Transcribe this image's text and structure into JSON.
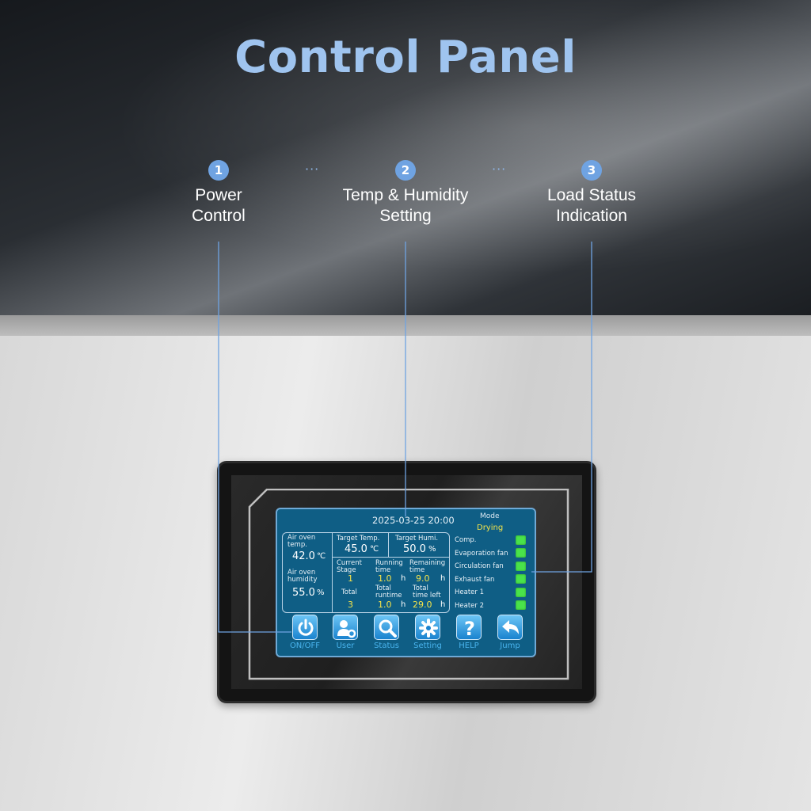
{
  "title": "Control Panel",
  "features": [
    {
      "number": "1",
      "label_line1": "Power",
      "label_line2": "Control"
    },
    {
      "number": "2",
      "label_line1": "Temp & Humidity",
      "label_line2": "Setting"
    },
    {
      "number": "3",
      "label_line1": "Load Status",
      "label_line2": "Indication"
    }
  ],
  "separator": "···",
  "screen": {
    "datetime": "2025-03-25 20:00",
    "mode_label": "Mode",
    "mode_value": "Drying",
    "air_oven_temp_label_1": "Air oven",
    "air_oven_temp_label_2": "temp.",
    "air_oven_temp_value": "42.0",
    "air_oven_temp_unit": "℃",
    "air_oven_humidity_label_1": "Air oven",
    "air_oven_humidity_label_2": "humidity",
    "air_oven_humidity_value": "55.0",
    "air_oven_humidity_unit": "%",
    "target_temp_label": "Target Temp.",
    "target_temp_value": "45.0",
    "target_temp_unit": "℃",
    "target_humi_label": "Target Humi.",
    "target_humi_value": "50.0",
    "target_humi_unit": "%",
    "current_stage_label_1": "Current",
    "current_stage_label_2": "Stage",
    "current_stage_value": "1",
    "running_time_label_1": "Running",
    "running_time_label_2": "time",
    "running_time_value": "1.0",
    "remaining_time_label_1": "Remaining",
    "remaining_time_label_2": "time",
    "remaining_time_value": "9.0",
    "total_label": "Total",
    "total_value": "3",
    "total_runtime_label_1": "Total",
    "total_runtime_label_2": "runtime",
    "total_runtime_value": "1.0",
    "total_time_left_label_1": "Total",
    "total_time_left_label_2": "time left",
    "total_time_left_value": "29.0",
    "hour_unit": "h",
    "loads": [
      {
        "name": "Comp.",
        "status": "on"
      },
      {
        "name": "Evaporation fan",
        "status": "on"
      },
      {
        "name": "Circulation fan",
        "status": "on"
      },
      {
        "name": "Exhaust fan",
        "status": "on"
      },
      {
        "name": "Heater 1",
        "status": "on"
      },
      {
        "name": "Heater 2",
        "status": "on"
      }
    ],
    "buttons": [
      {
        "label": "ON/OFF",
        "icon": "power-icon"
      },
      {
        "label": "User",
        "icon": "user-gear-icon"
      },
      {
        "label": "Status",
        "icon": "magnifier-icon"
      },
      {
        "label": "Setting",
        "icon": "gear-icon"
      },
      {
        "label": "HELP",
        "icon": "question-icon"
      },
      {
        "label": "Jump",
        "icon": "back-arrow-icon"
      }
    ]
  },
  "colors": {
    "title": "#9fc4ef",
    "badge": "#6fa3e2",
    "callout_line": "#6fa3e2",
    "screen_bg": "#0f5e85",
    "highlight_value": "#f3e34a",
    "led_on": "#49e34a",
    "button_label": "#49b4ee"
  }
}
